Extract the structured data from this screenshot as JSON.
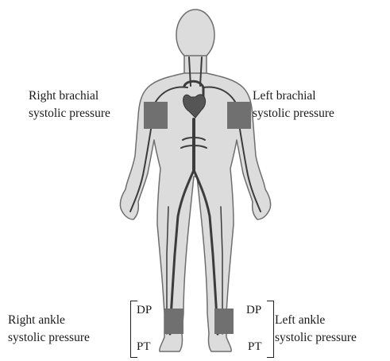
{
  "labels": {
    "right_brachial": [
      "Right brachial",
      "systolic pressure"
    ],
    "left_brachial": [
      "Left brachial",
      "systolic pressure"
    ],
    "right_ankle": [
      "Right ankle",
      "systolic pressure"
    ],
    "left_ankle": [
      "Left ankle",
      "systolic pressure"
    ],
    "right_dp": "DP",
    "right_pt": "PT",
    "left_dp": "DP",
    "left_pt": "PT"
  },
  "colors": {
    "body_fill": "#dcdcdc",
    "body_outline": "#6e6e6e",
    "vessel": "#3c3c3c",
    "cuff": "#707070"
  }
}
